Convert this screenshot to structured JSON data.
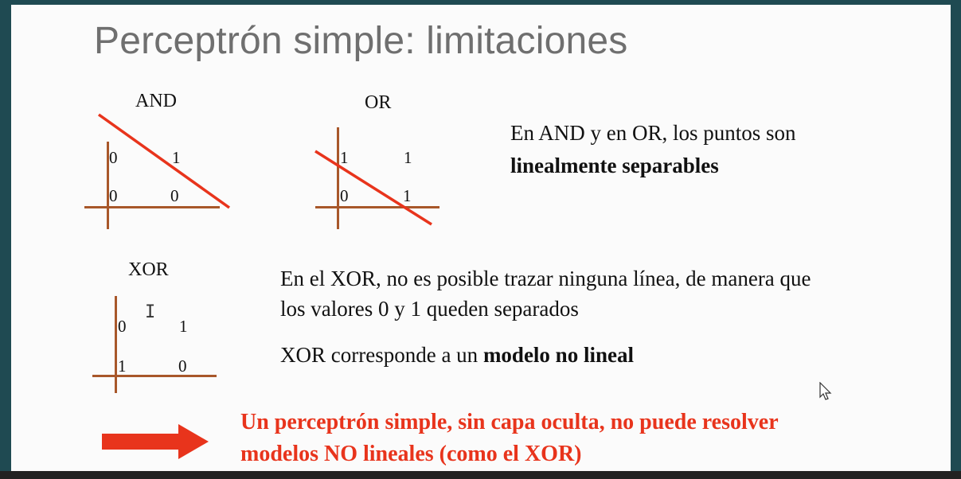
{
  "slide": {
    "title": "Perceptrón simple: limitaciones",
    "and_diagram": {
      "label": "AND",
      "points": {
        "tl": "0",
        "tr": "1",
        "bl": "0",
        "br": "0"
      }
    },
    "or_diagram": {
      "label": "OR",
      "points": {
        "tl": "1",
        "tr": "1",
        "bl": "0",
        "br": "1"
      }
    },
    "xor_diagram": {
      "label": "XOR",
      "points": {
        "tl": "0",
        "tr": "1",
        "bl": "1",
        "br": "0"
      }
    },
    "and_or_text": {
      "line1": "En AND y en OR, los puntos son",
      "line2_bold": "linealmente separables"
    },
    "xor_text": {
      "line1": "En el XOR, no es posible trazar ninguna línea, de manera que",
      "line2": "los valores 0 y 1 queden separados",
      "line3_prefix": "XOR corresponde a un ",
      "line3_bold": "modelo no lineal"
    },
    "conclusion": {
      "line1": "Un perceptrón simple, sin capa oculta, no puede resolver",
      "line2": "modelos  NO lineales (como el XOR)"
    }
  },
  "colors": {
    "axis": "#a8572a",
    "separator": "#e8341c",
    "highlight": "#e8341c",
    "title": "#6f6f6f",
    "frame": "#1f4a52"
  }
}
